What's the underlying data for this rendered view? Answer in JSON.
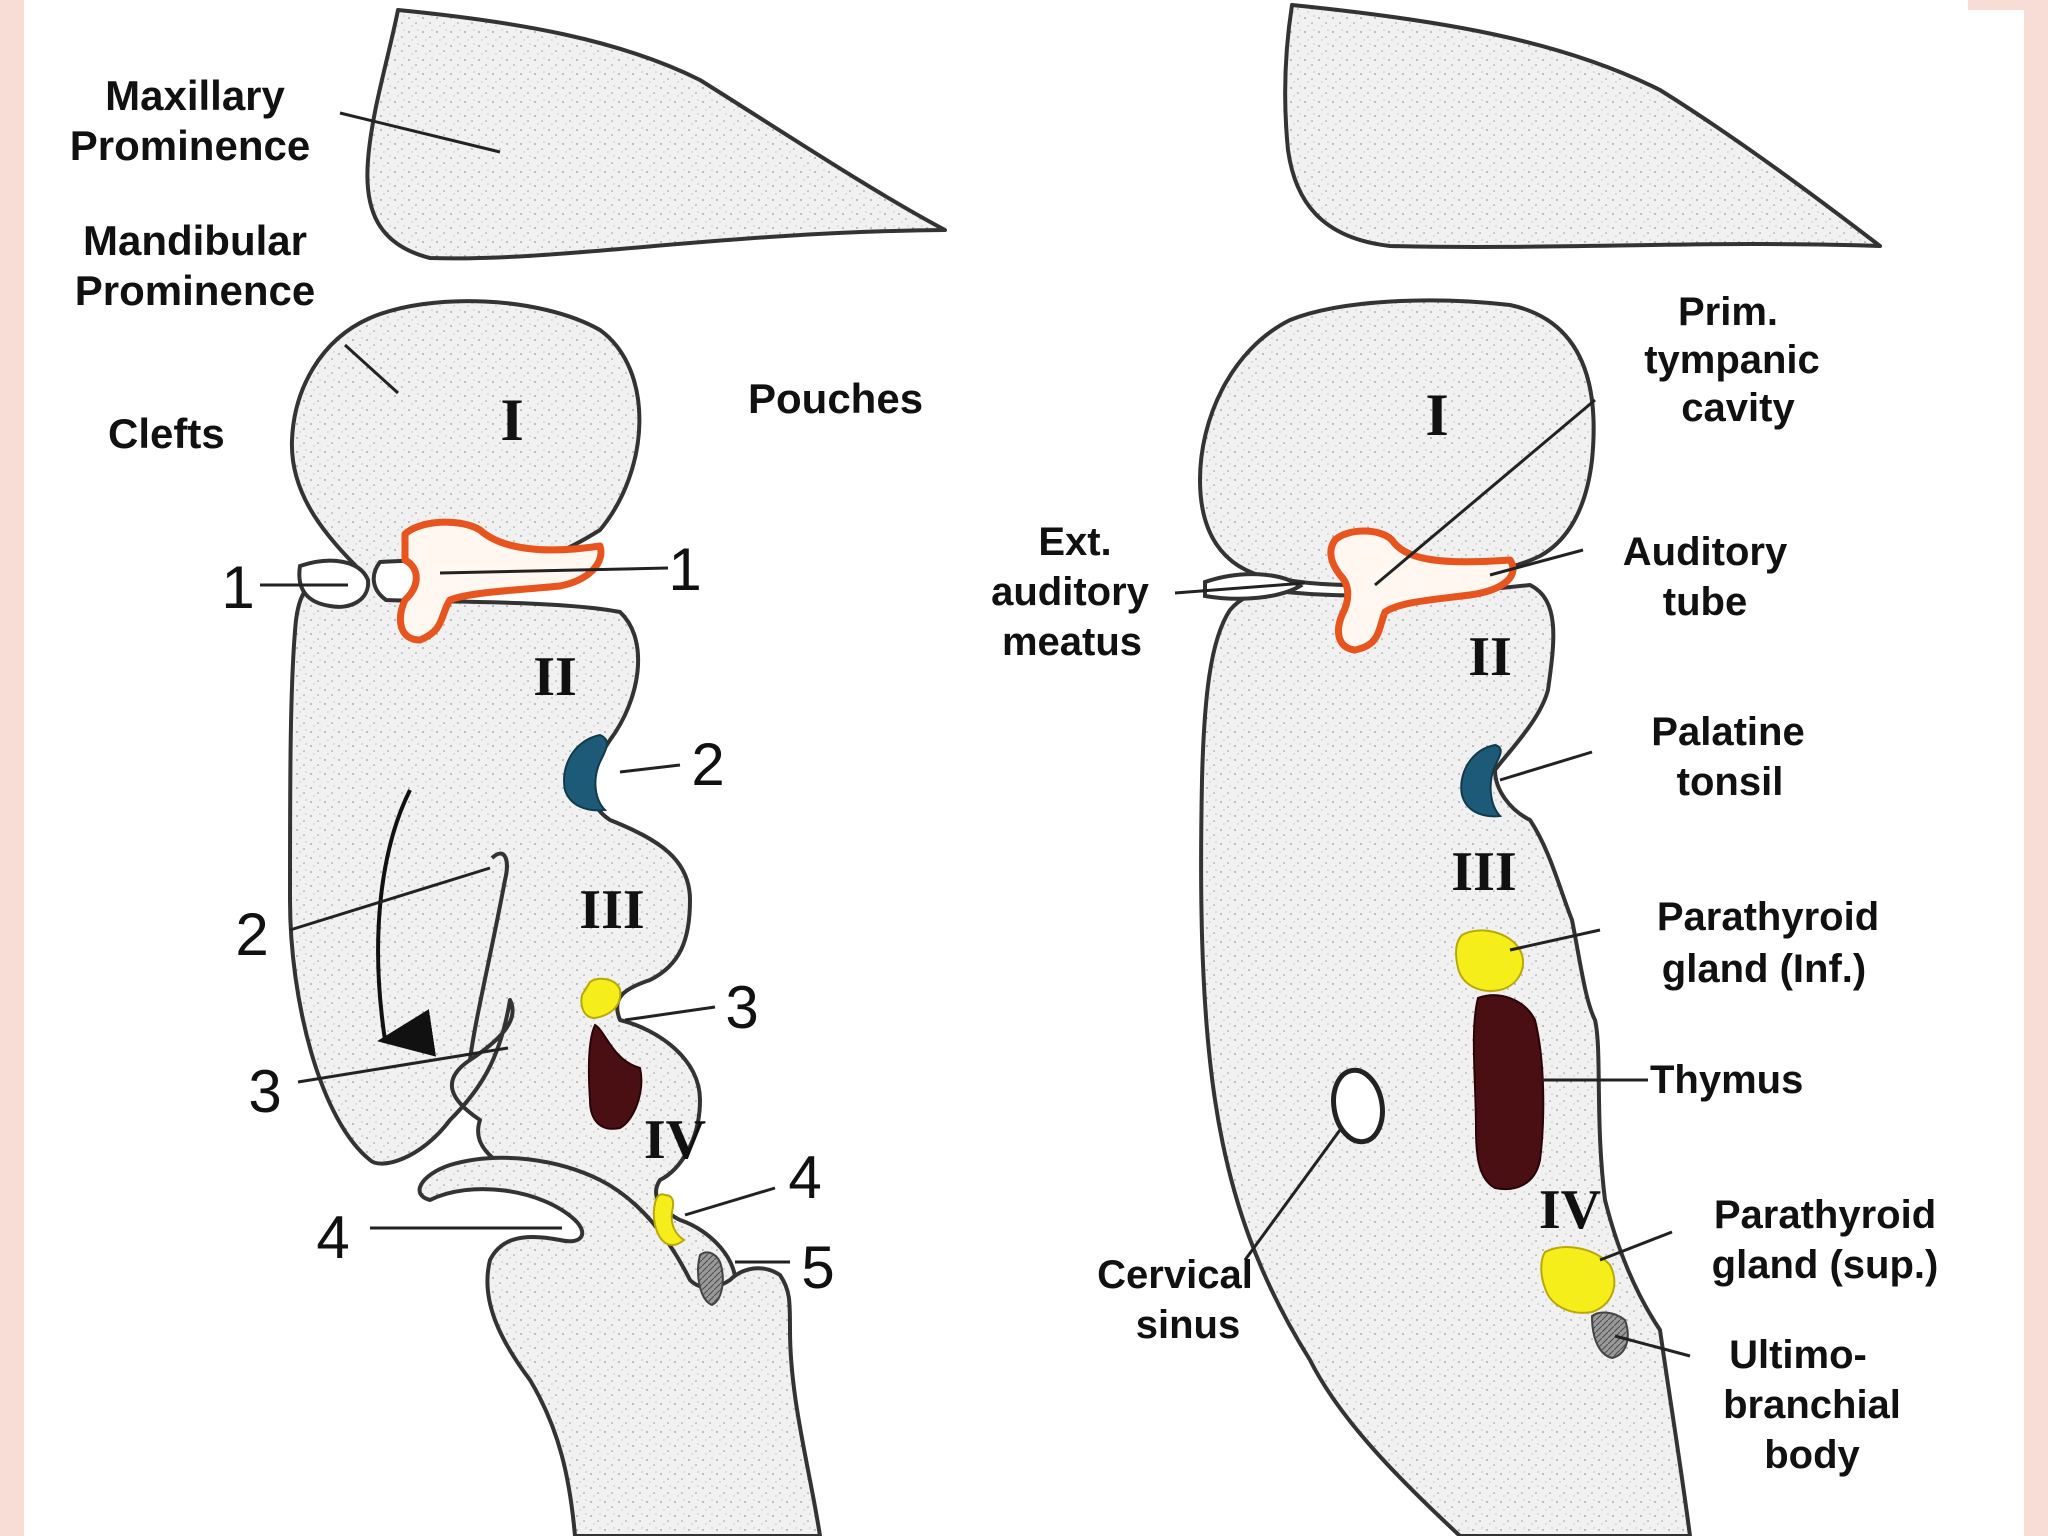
{
  "colors": {
    "tissue": "#f1f1f1",
    "stipple": "#9a9a9a",
    "first_pouch_orange": "#e8541e",
    "second_pouch_teal": "#1d5a78",
    "parathyroid_yellow": "#f5ee1a",
    "thymus_maroon": "#4a0f12",
    "ultimobranchial_gray": "#8a8a8a",
    "frame_pink": "#f7ddd6"
  },
  "left_panel": {
    "maxillary": [
      "Maxillary",
      "Prominence"
    ],
    "mandibular": [
      "Mandibular",
      "Prominence"
    ],
    "clefts": "Clefts",
    "pouches": "Pouches",
    "arches": [
      "I",
      "II",
      "III",
      "IV"
    ],
    "cleft_numbers": [
      "1",
      "2",
      "3",
      "4"
    ],
    "pouch_numbers": [
      "1",
      "2",
      "3",
      "4",
      "5"
    ]
  },
  "right_panel": {
    "arches": [
      "I",
      "II",
      "III",
      "IV"
    ],
    "prim_tympanic": [
      "Prim.",
      "tympanic",
      "cavity"
    ],
    "ext_auditory": [
      "Ext.",
      "auditory",
      "meatus"
    ],
    "auditory_tube": [
      "Auditory",
      "tube"
    ],
    "palatine_tonsil": [
      "Palatine",
      "tonsil"
    ],
    "parathyroid_inf": [
      "Parathyroid",
      "gland (Inf.)"
    ],
    "thymus": "Thymus",
    "parathyroid_sup": [
      "Parathyroid",
      "gland (sup.)"
    ],
    "cervical_sinus": [
      "Cervical",
      "sinus"
    ],
    "ultimobranchial": [
      "Ultimo-",
      "branchial",
      "body"
    ]
  }
}
